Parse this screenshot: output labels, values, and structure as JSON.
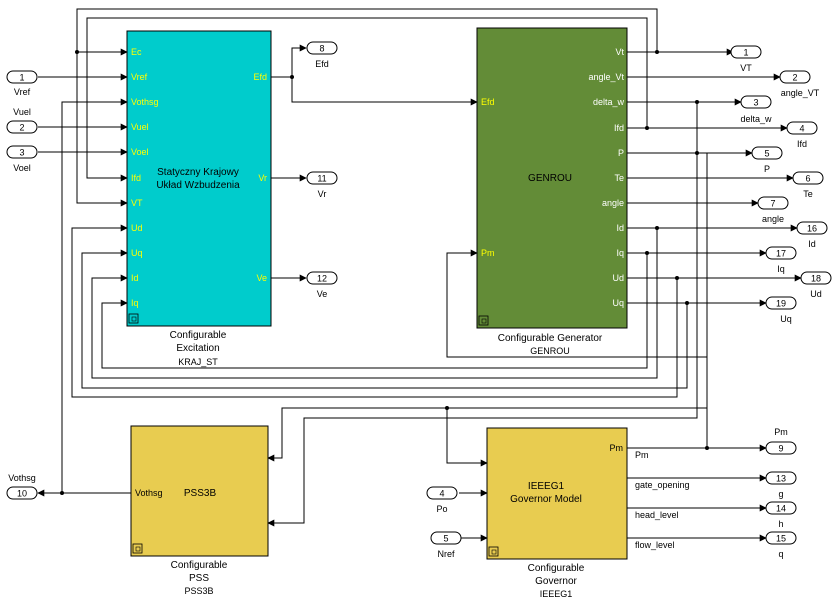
{
  "colors": {
    "excitation_fill": "#00CCCC",
    "generator_fill": "#638C37",
    "pss_fill": "#E8CC50",
    "governor_fill": "#E8CC50",
    "port_label_yellow": "#FFFF00",
    "port_label_dark": "#000000",
    "line": "#000000",
    "background": "#FFFFFF"
  },
  "blocks": {
    "excitation": {
      "title_lines": [
        "Statyczny Krajowy",
        "Układ Wzbudzenia"
      ],
      "caption_lines": [
        "Configurable",
        "Excitation",
        "KRAJ_ST"
      ],
      "inputs": [
        "Ec",
        "Vref",
        "Vothsg",
        "Vuel",
        "Voel",
        "Ifd",
        "VT",
        "Ud",
        "Uq",
        "Id",
        "Iq"
      ],
      "outputs": [
        "Efd",
        "Vr",
        "Ve"
      ]
    },
    "generator": {
      "title_lines": [
        "GENROU"
      ],
      "caption_lines": [
        "Configurable Generator",
        "GENROU"
      ],
      "inputs": [
        "Efd",
        "Pm"
      ],
      "outputs": [
        "Vt",
        "angle_Vt",
        "delta_w",
        "Ifd",
        "P",
        "Te",
        "angle",
        "Id",
        "Iq",
        "Ud",
        "Uq"
      ]
    },
    "pss": {
      "title_lines": [
        "PSS3B"
      ],
      "caption_lines": [
        "Configurable",
        "PSS",
        "PSS3B"
      ],
      "inputs": [],
      "outputs": [
        "Vothsg"
      ]
    },
    "governor": {
      "title_lines": [
        "IEEEG1",
        "Governor Model"
      ],
      "caption_lines": [
        "Configurable",
        "Governor",
        "IEEEG1"
      ],
      "inputs": [],
      "outputs": [
        "Pm",
        "gate_opening",
        "head_level",
        "flow_level"
      ]
    }
  },
  "inports": [
    {
      "num": "1",
      "label": "Vref"
    },
    {
      "num": "2",
      "label": "Vuel"
    },
    {
      "num": "3",
      "label": "Voel"
    },
    {
      "num": "4",
      "label": "Po"
    },
    {
      "num": "5",
      "label": "Nref"
    }
  ],
  "outports": [
    {
      "num": "1",
      "label": "VT"
    },
    {
      "num": "2",
      "label": "angle_VT"
    },
    {
      "num": "3",
      "label": "delta_w"
    },
    {
      "num": "4",
      "label": "Ifd"
    },
    {
      "num": "5",
      "label": "P"
    },
    {
      "num": "6",
      "label": "Te"
    },
    {
      "num": "7",
      "label": "angle"
    },
    {
      "num": "16",
      "label": "Id"
    },
    {
      "num": "17",
      "label": "Iq"
    },
    {
      "num": "18",
      "label": "Ud"
    },
    {
      "num": "19",
      "label": "Uq"
    },
    {
      "num": "8",
      "label": "Efd"
    },
    {
      "num": "11",
      "label": "Vr"
    },
    {
      "num": "12",
      "label": "Ve"
    },
    {
      "num": "9",
      "label": "Pm"
    },
    {
      "num": "13",
      "label": "g"
    },
    {
      "num": "14",
      "label": "h"
    },
    {
      "num": "15",
      "label": "q"
    },
    {
      "num": "10",
      "label": "Vothsg"
    }
  ]
}
